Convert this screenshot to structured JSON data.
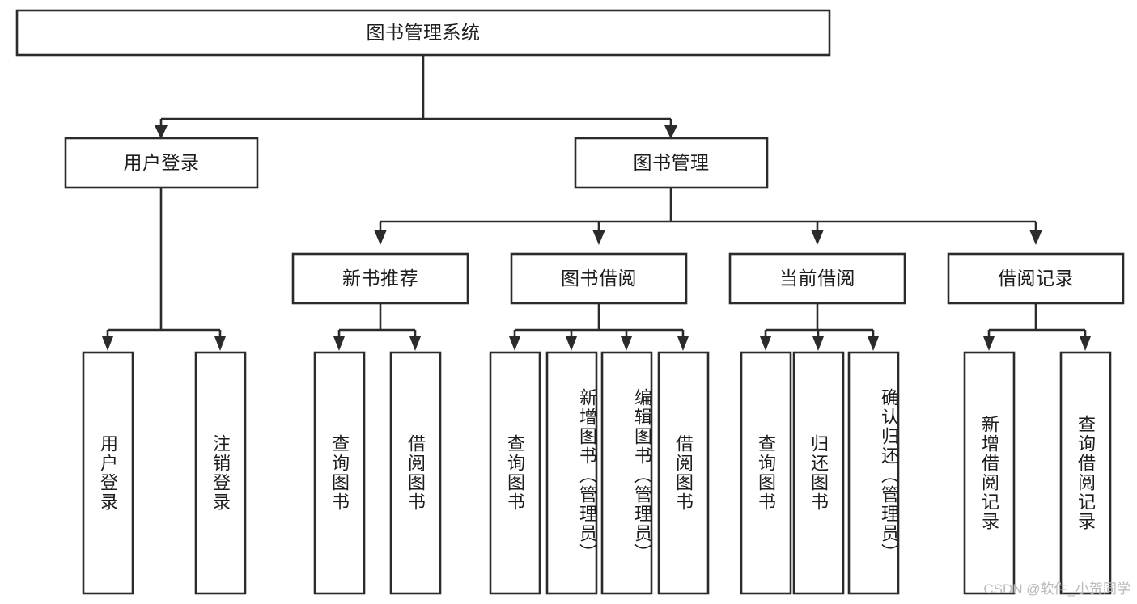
{
  "diagram": {
    "type": "tree-hierarchy-flowchart",
    "title": "图书管理系统",
    "colors": {
      "box_stroke": "#2b2b2b",
      "box_fill": "#ffffff",
      "connector": "#2b2b2b",
      "text": "#1d1d1d",
      "watermark": "#b9b9b9",
      "background": "#ffffff"
    },
    "levels": {
      "level1": [
        {
          "id": "root",
          "label": "图书管理系统",
          "orientation": "horizontal"
        }
      ],
      "level2": [
        {
          "id": "user-login",
          "label": "用户登录",
          "orientation": "horizontal",
          "parent": "root"
        },
        {
          "id": "book-management",
          "label": "图书管理",
          "orientation": "horizontal",
          "parent": "root"
        }
      ],
      "level3": [
        {
          "id": "new-book-recommend",
          "label": "新书推荐",
          "orientation": "horizontal",
          "parent": "book-management"
        },
        {
          "id": "book-borrow",
          "label": "图书借阅",
          "orientation": "horizontal",
          "parent": "book-management"
        },
        {
          "id": "current-borrow",
          "label": "当前借阅",
          "orientation": "horizontal",
          "parent": "book-management"
        },
        {
          "id": "borrow-record",
          "label": "借阅记录",
          "orientation": "horizontal",
          "parent": "book-management"
        }
      ],
      "leaves": [
        {
          "id": "leaf-user-login",
          "label": "用户登录",
          "orientation": "vertical",
          "parent": "user-login"
        },
        {
          "id": "leaf-user-logout",
          "label": "注销登录",
          "orientation": "vertical",
          "parent": "user-login"
        },
        {
          "id": "leaf-query-book-1",
          "label": "查询图书",
          "orientation": "vertical",
          "parent": "new-book-recommend"
        },
        {
          "id": "leaf-borrow-book-1",
          "label": "借阅图书",
          "orientation": "vertical",
          "parent": "new-book-recommend"
        },
        {
          "id": "leaf-query-book-2",
          "label": "查询图书",
          "orientation": "vertical",
          "parent": "book-borrow"
        },
        {
          "id": "leaf-add-book",
          "label": "新增图书（管理员）",
          "orientation": "vertical",
          "parent": "book-borrow"
        },
        {
          "id": "leaf-edit-book",
          "label": "编辑图书（管理员）",
          "orientation": "vertical",
          "parent": "book-borrow"
        },
        {
          "id": "leaf-borrow-book-2",
          "label": "借阅图书",
          "orientation": "vertical",
          "parent": "book-borrow"
        },
        {
          "id": "leaf-query-book-3",
          "label": "查询图书",
          "orientation": "vertical",
          "parent": "current-borrow"
        },
        {
          "id": "leaf-return-book",
          "label": "归还图书",
          "orientation": "vertical",
          "parent": "current-borrow"
        },
        {
          "id": "leaf-confirm-return",
          "label": "确认归还（管理员）",
          "orientation": "vertical",
          "parent": "current-borrow"
        },
        {
          "id": "leaf-add-record",
          "label": "新增借阅记录",
          "orientation": "vertical",
          "parent": "borrow-record"
        },
        {
          "id": "leaf-query-record",
          "label": "查询借阅记录",
          "orientation": "vertical",
          "parent": "borrow-record"
        }
      ]
    }
  },
  "watermark": {
    "text": "CSDN @软件_小贺同学"
  }
}
